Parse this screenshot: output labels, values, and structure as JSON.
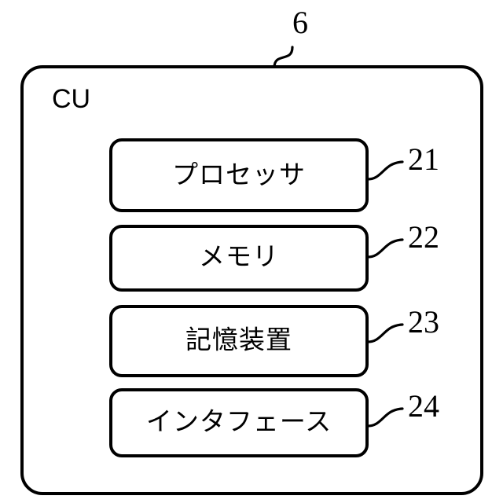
{
  "figure": {
    "title": "CU",
    "unit_label": "CU",
    "figure_reference": "6",
    "background_color": "#ffffff",
    "stroke_color": "#000000"
  },
  "outer_box": {
    "label": "CU",
    "reference_number": "6"
  },
  "blocks": [
    {
      "label": "プロセッサ",
      "reference_number": "21"
    },
    {
      "label": "メモリ",
      "reference_number": "22"
    },
    {
      "label": "記憶装置",
      "reference_number": "23"
    },
    {
      "label": "インタフェース",
      "reference_number": "24"
    }
  ]
}
